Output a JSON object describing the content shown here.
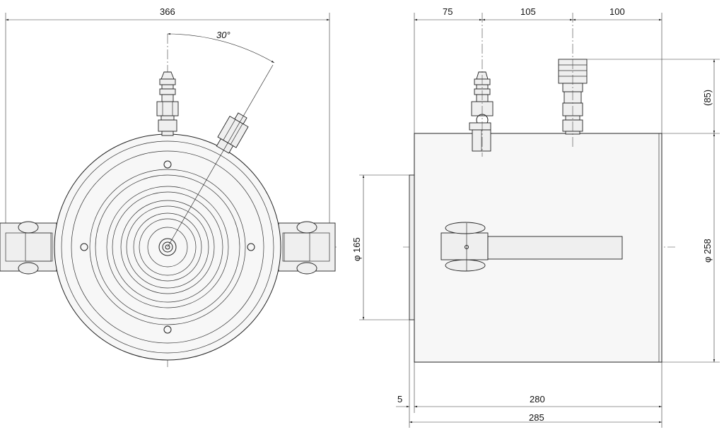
{
  "dimensions": {
    "front_width": "366",
    "angle": "30°",
    "side_75": "75",
    "side_105": "105",
    "side_100": "100",
    "side_85": "(85)",
    "dia_165": "φ 165",
    "dia_258": "φ 258",
    "len_5": "5",
    "len_280": "280",
    "len_285": "285"
  },
  "colors": {
    "line": "#222222",
    "background": "#ffffff",
    "shade": "#efefef"
  }
}
